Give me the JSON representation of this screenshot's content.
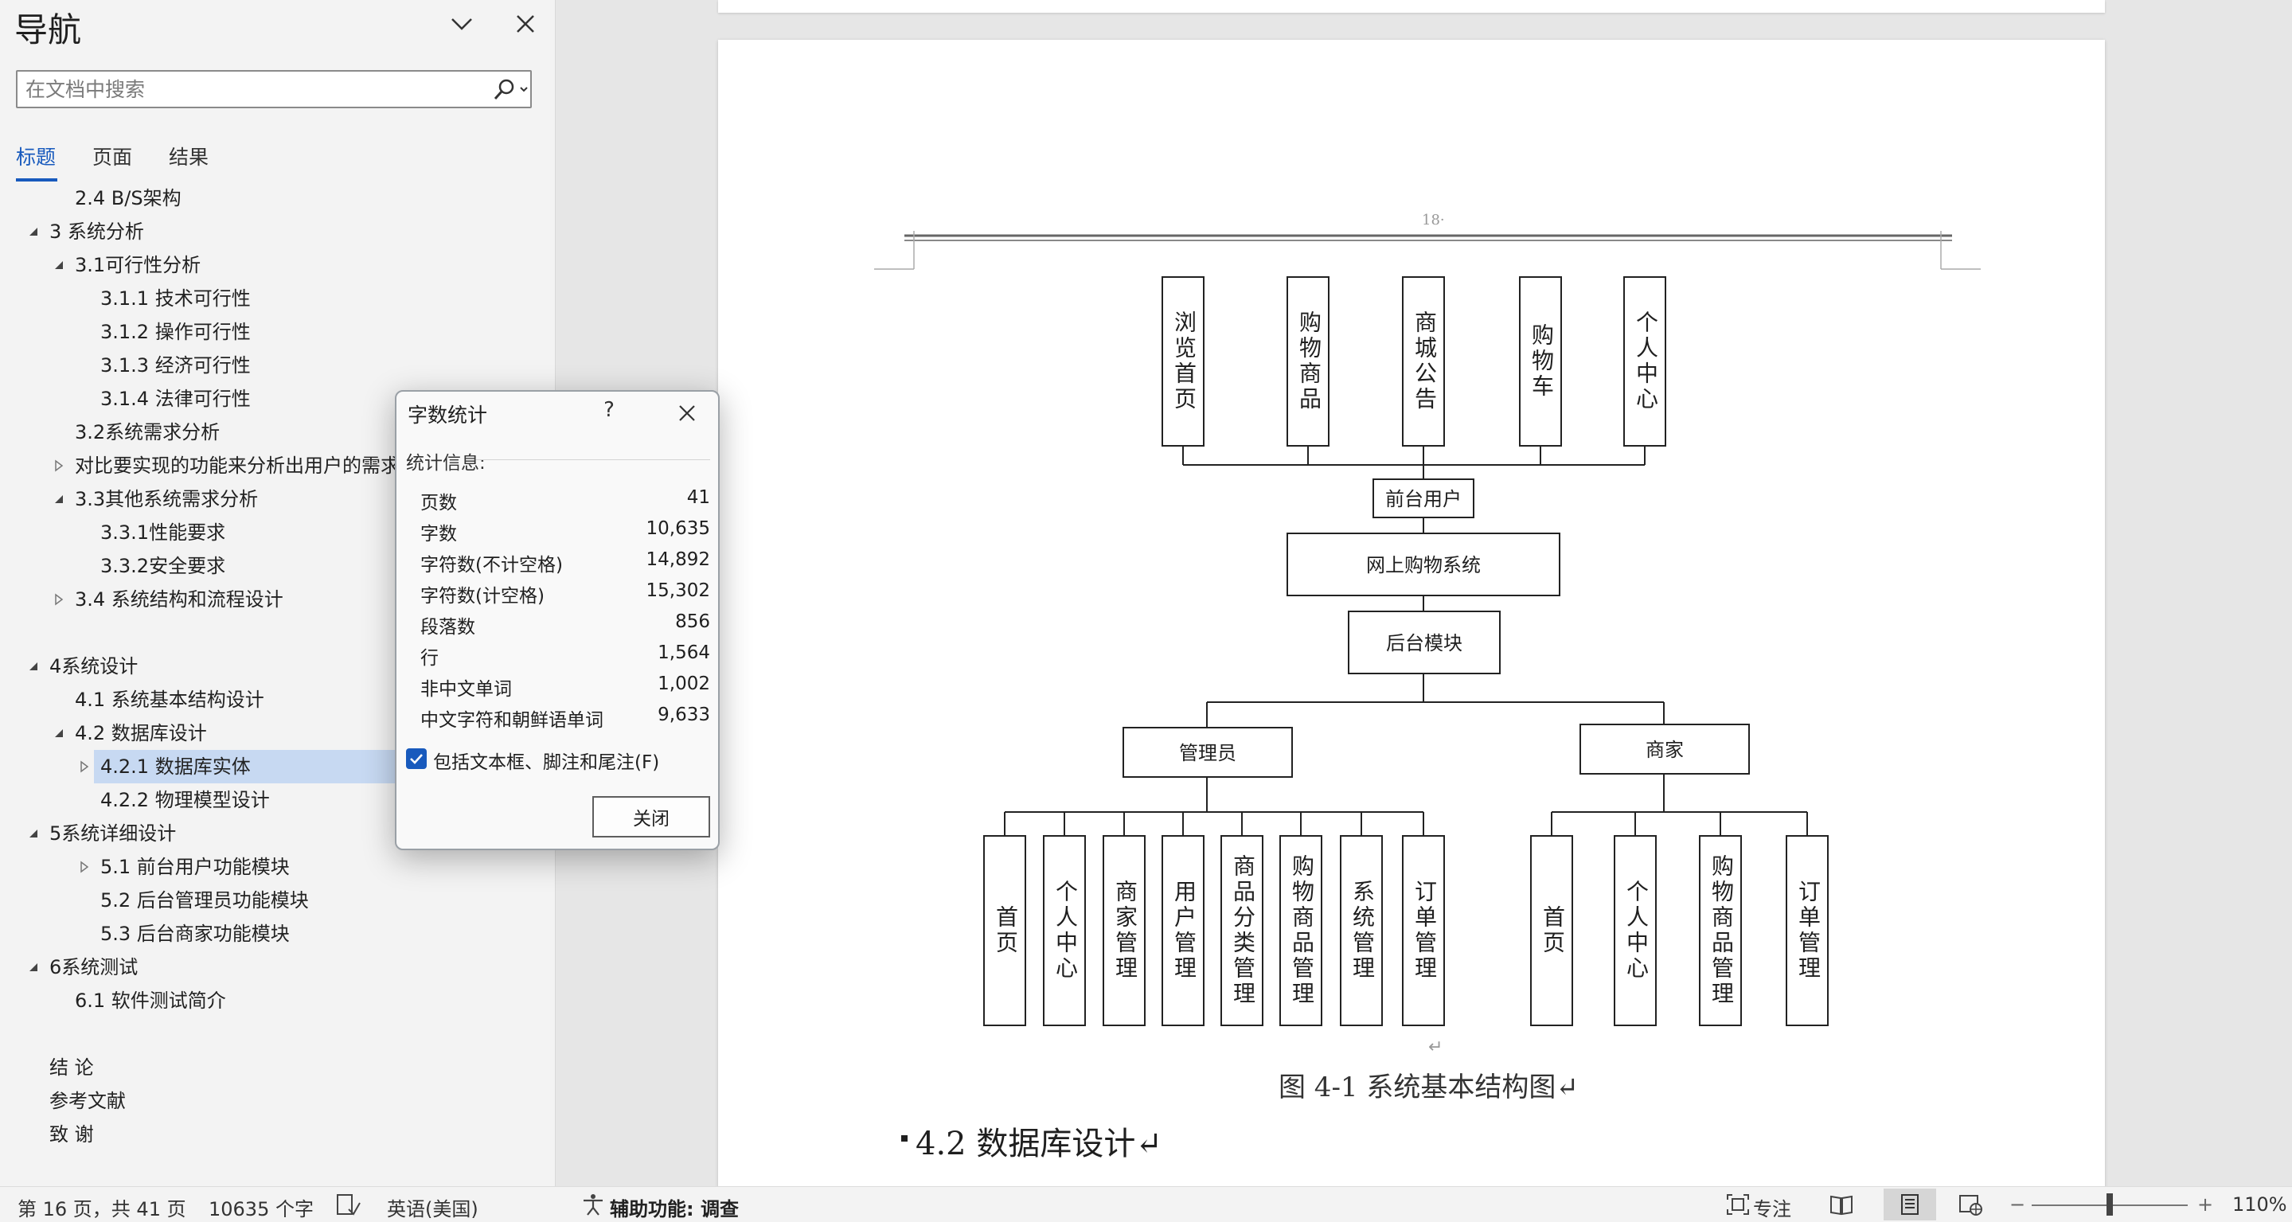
{
  "nav": {
    "title": "导航",
    "search_placeholder": "在文档中搜索",
    "tabs": [
      "标题",
      "页面",
      "结果"
    ],
    "outline": [
      {
        "text": "2.4  B/S架构"
      },
      {
        "text": "3 系统分析"
      },
      {
        "text": "3.1可行性分析"
      },
      {
        "text": "3.1.1 技术可行性"
      },
      {
        "text": "3.1.2 操作可行性"
      },
      {
        "text": "3.1.3 经济可行性"
      },
      {
        "text": "3.1.4 法律可行性"
      },
      {
        "text": "3.2系统需求分析"
      },
      {
        "text": "对比要实现的功能来分析出用户的需求"
      },
      {
        "text": "3.3其他系统需求分析"
      },
      {
        "text": "3.3.1性能要求"
      },
      {
        "text": "3.3.2安全要求"
      },
      {
        "text": "3.4 系统结构和流程设计"
      },
      {
        "text": "4系统设计"
      },
      {
        "text": "4.1 系统基本结构设计"
      },
      {
        "text": "4.2 数据库设计"
      },
      {
        "text": "4.2.1 数据库实体"
      },
      {
        "text": "4.2.2 物理模型设计"
      },
      {
        "text": "5系统详细设计"
      },
      {
        "text": "5.1 前台用户功能模块"
      },
      {
        "text": "5.2 后台管理员功能模块"
      },
      {
        "text": "5.3 后台商家功能模块"
      },
      {
        "text": "6系统测试"
      },
      {
        "text": "6.1 软件测试简介"
      },
      {
        "text": "结  论"
      },
      {
        "text": "参考文献"
      },
      {
        "text": "致  谢"
      }
    ]
  },
  "dialog": {
    "title": "字数统计",
    "help": "?",
    "stats_label": "统计信息:",
    "stats": [
      {
        "label": "页数",
        "value": "41"
      },
      {
        "label": "字数",
        "value": "10,635"
      },
      {
        "label": "字符数(不计空格)",
        "value": "14,892"
      },
      {
        "label": "字符数(计空格)",
        "value": "15,302"
      },
      {
        "label": "段落数",
        "value": "856"
      },
      {
        "label": "行",
        "value": "1,564"
      },
      {
        "label": "非中文单词",
        "value": "1,002"
      },
      {
        "label": "中文字符和朝鲜语单词",
        "value": "9,633"
      }
    ],
    "include_label": "包括文本框、脚注和尾注(F)",
    "close_label": "关闭"
  },
  "document": {
    "page_number": "18·",
    "diagram": {
      "user_functions": [
        "浏览首页",
        "购物商品",
        "商城公告",
        "购物车",
        "个人中心"
      ],
      "user_node": "前台用户",
      "system_node": "网上购物系统",
      "backend_node": "后台模块",
      "admin_node": "管理员",
      "merchant_node": "商家",
      "admin_functions": [
        "首页",
        "个人中心",
        "商家管理",
        "用户管理",
        "商品分类管理",
        "购物商品管理",
        "系统管理",
        "订单管理"
      ],
      "merchant_functions": [
        "首页",
        "个人中心",
        "购物商品管理",
        "订单管理"
      ]
    },
    "caption": "图 4-1   系统基本结构图↵",
    "heading": "4.2  数据库设计↵"
  },
  "status": {
    "page": "第 16 页，共 41 页",
    "words": "10635 个字",
    "language": "英语(美国)",
    "accessibility": "辅助功能: 调查",
    "focus": "专注",
    "zoom": "110%"
  }
}
